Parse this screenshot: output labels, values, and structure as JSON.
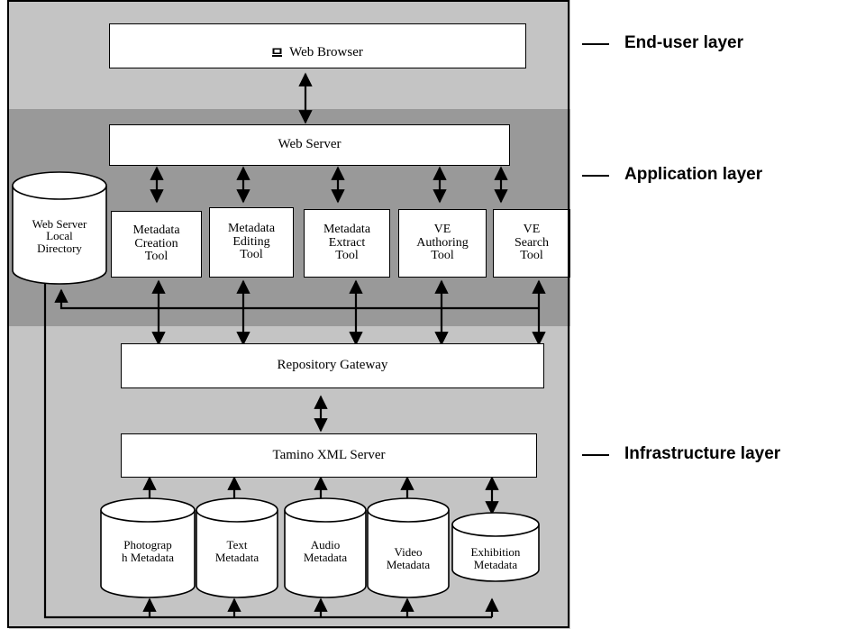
{
  "layers": {
    "end_user": "End-user layer",
    "application": "Application layer",
    "infrastructure": "Infrastructure layer"
  },
  "boxes": {
    "web_browser": "Web Browser",
    "web_server": "Web Server",
    "repository_gateway": "Repository Gateway",
    "tamino": "Tamino XML Server"
  },
  "tools": [
    "Metadata\nCreation\nTool",
    "Metadata\nEditing\nTool",
    "Metadata\nExtract\nTool",
    "VE\nAuthoring\nTool",
    "VE\nSearch\nTool"
  ],
  "local_directory": "Web Server\nLocal\nDirectory",
  "metadata_stores": [
    "Photograp\nh Metadata",
    "Text\nMetadata",
    "Audio\nMetadata",
    "Video\nMetadata",
    "Exhibition\nMetadata"
  ],
  "colors": {
    "end_user_band": "#c4c4c4",
    "application_band": "#999999",
    "infrastructure_band": "#c4c4c4"
  }
}
